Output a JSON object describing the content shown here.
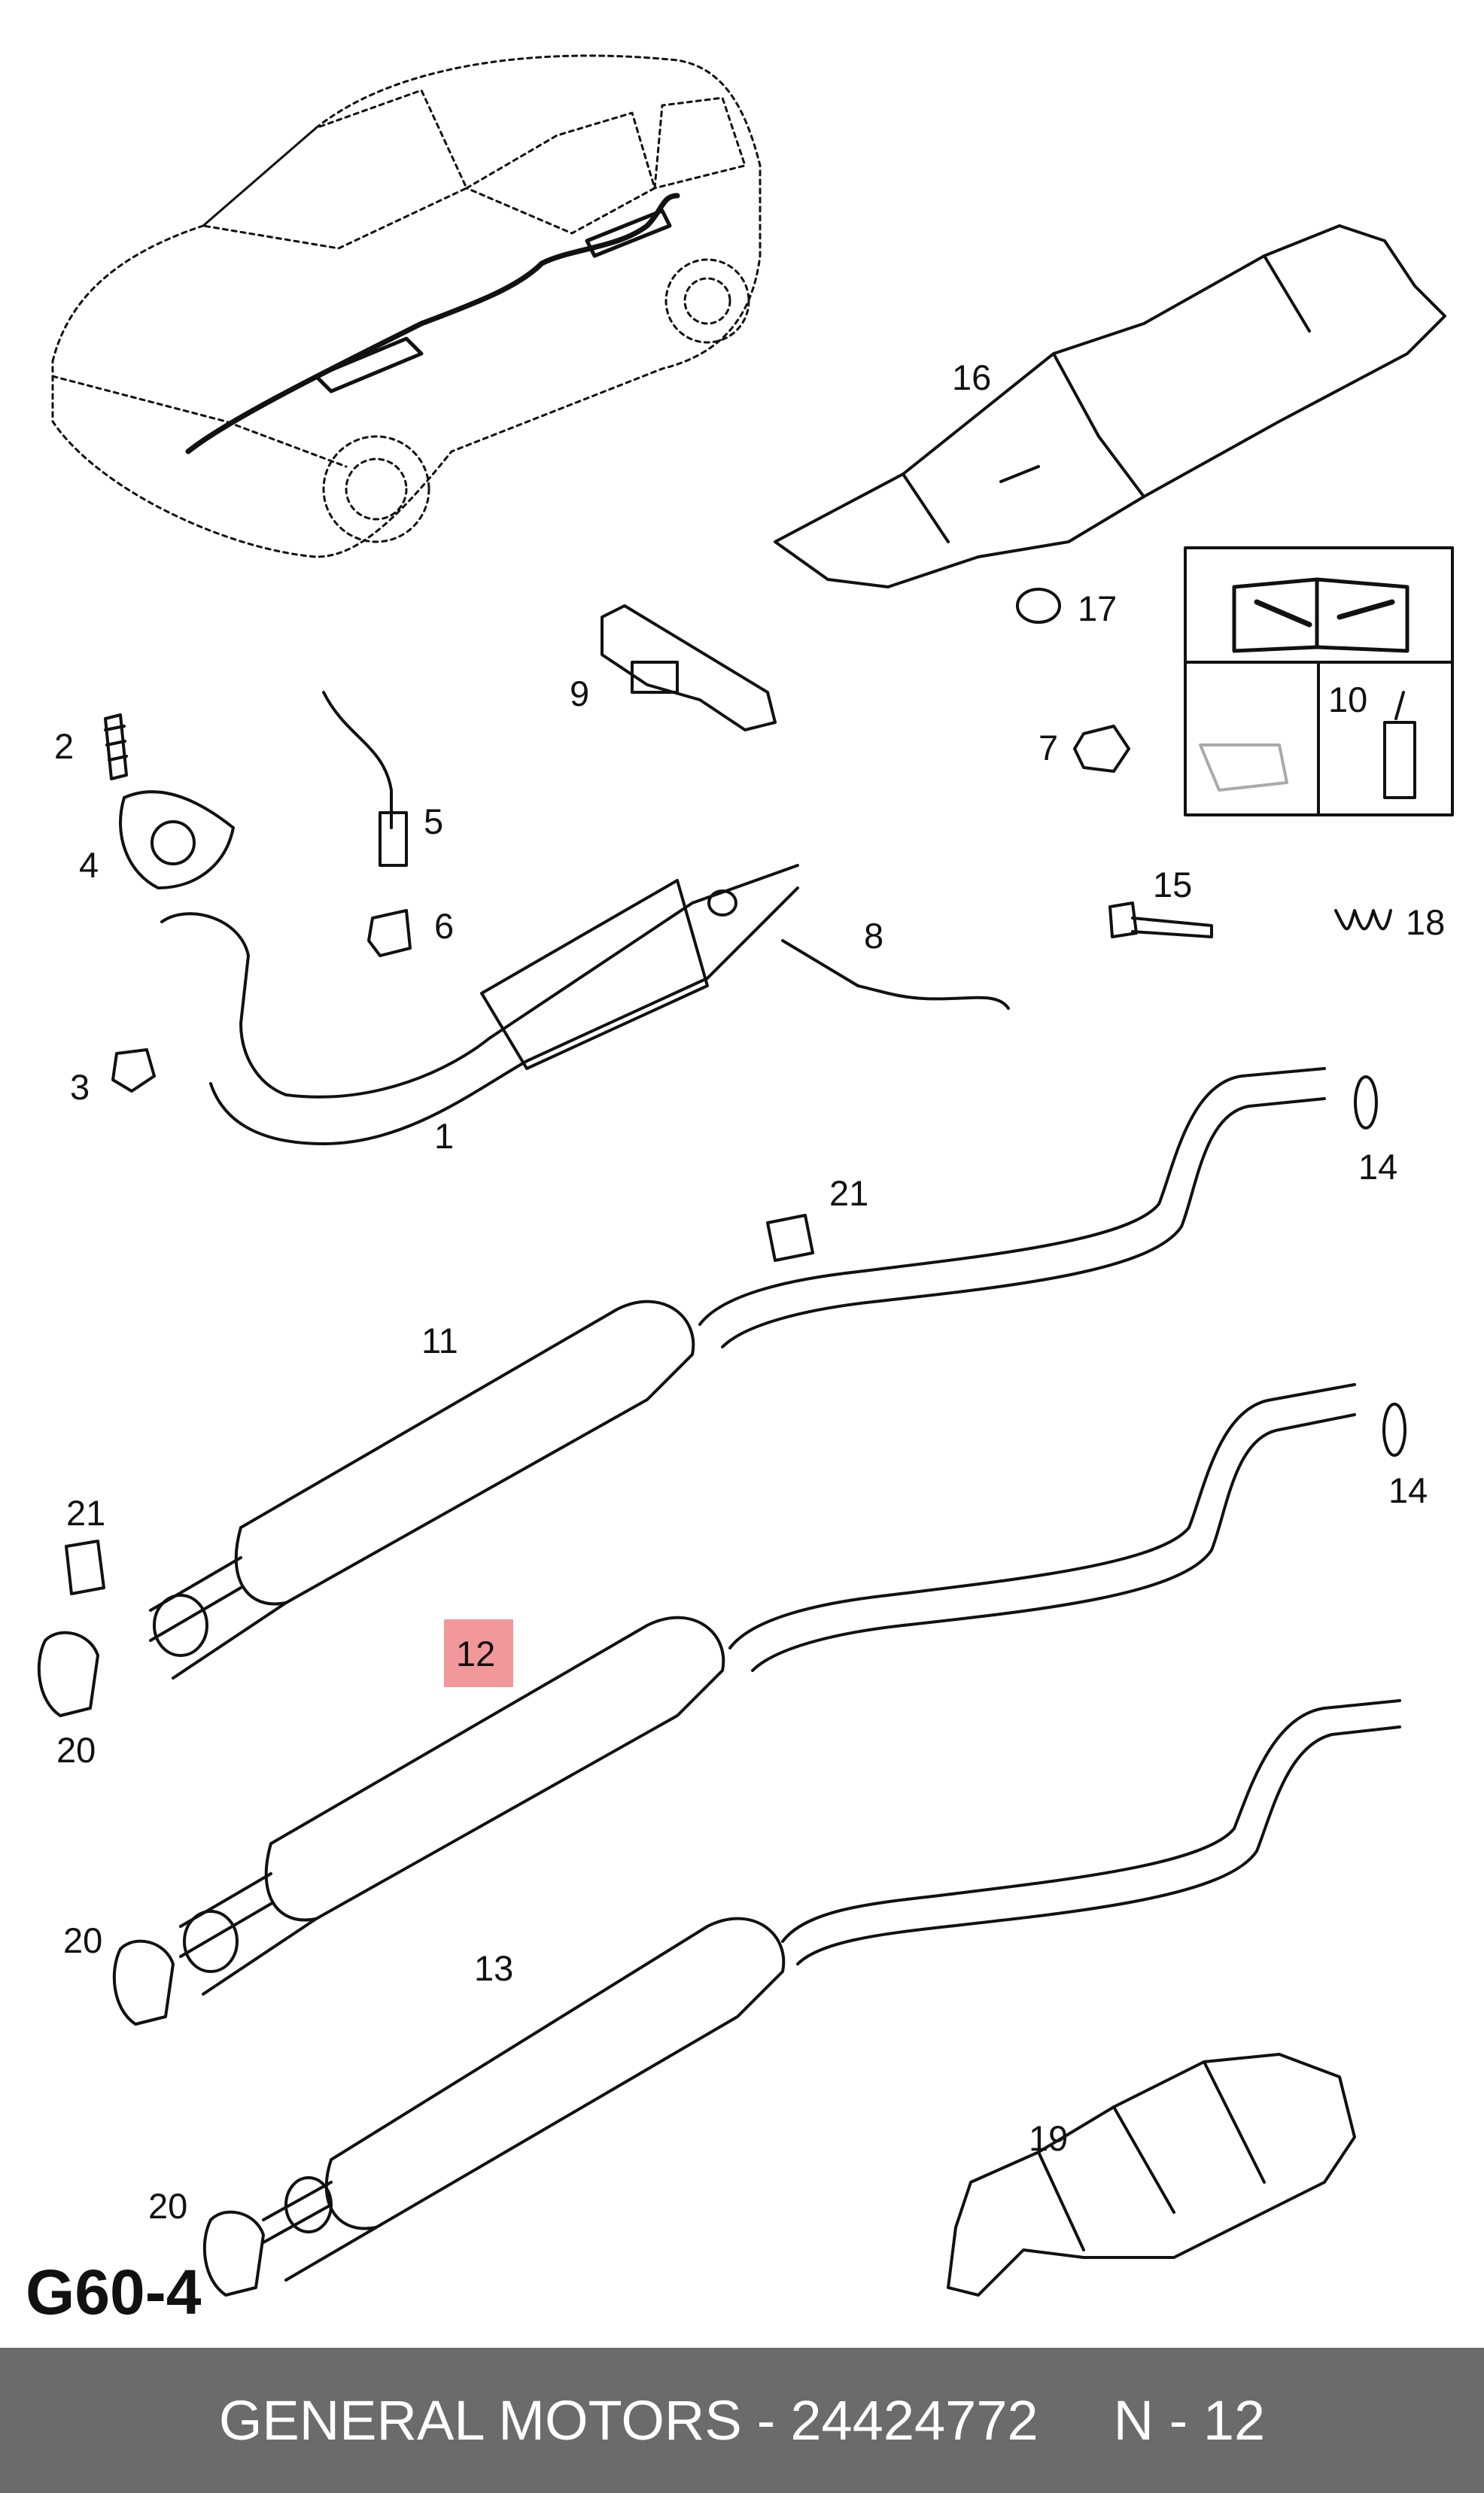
{
  "diagram_code": "G60-4",
  "highlighted_part": "12",
  "labels": {
    "p1": "1",
    "p2": "2",
    "p3": "3",
    "p4": "4",
    "p5": "5",
    "p6": "6",
    "p7": "7",
    "p8": "8",
    "p9": "9",
    "p10": "10",
    "p11": "11",
    "p12": "12",
    "p13": "13",
    "p14a": "14",
    "p14b": "14",
    "p15": "15",
    "p16": "16",
    "p17": "17",
    "p18": "18",
    "p19": "19",
    "p20a": "20",
    "p20b": "20",
    "p20c": "20",
    "p21a": "21",
    "p21b": "21"
  },
  "footer": {
    "brand": "GENERAL MOTORS",
    "separator": "-",
    "part_number": "24424772",
    "note": "N - 12"
  },
  "colors": {
    "highlight": "#f2979a",
    "footer_bg": "#6b6b6b",
    "footer_text": "#ffffff"
  }
}
